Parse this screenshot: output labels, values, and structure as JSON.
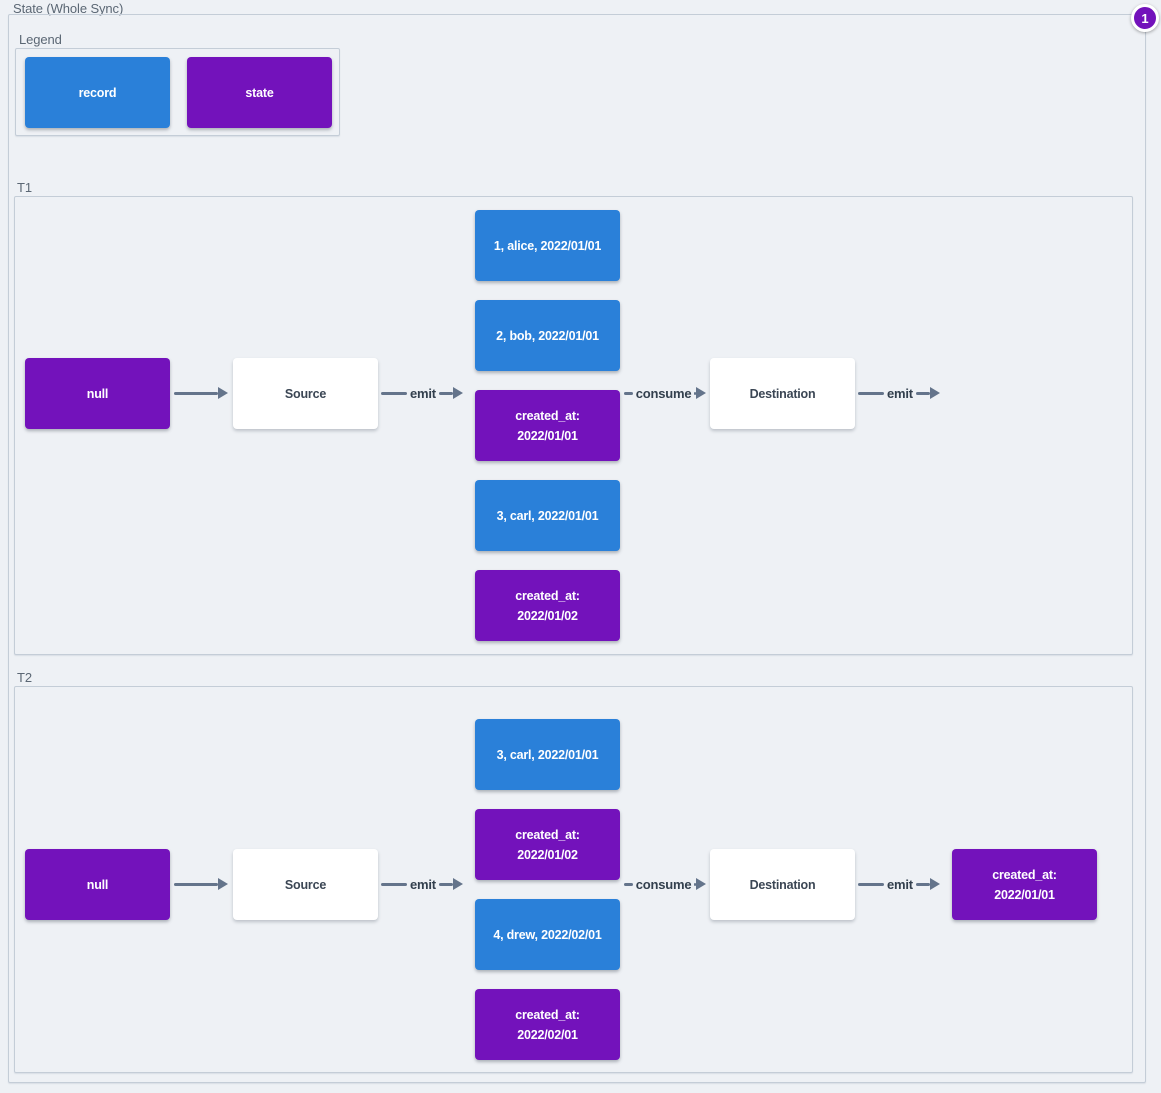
{
  "title": "State (Whole Sync)",
  "badge": "1",
  "colors": {
    "record": "#2a80d9",
    "state": "#7312bb",
    "arrow": "#64748b",
    "background": "#eef1f5",
    "frame_border": "#c4cdd7"
  },
  "legend": {
    "label": "Legend",
    "items": [
      {
        "type": "record",
        "label": "record"
      },
      {
        "type": "state",
        "label": "state"
      }
    ]
  },
  "t1": {
    "label": "T1",
    "state_in": "null",
    "source": "Source",
    "emit_label": "emit",
    "consume_label": "consume",
    "destination": "Destination",
    "emit_out_label": "emit",
    "stack": [
      {
        "type": "record",
        "line1": "1, alice, 2022/01/01",
        "line2": ""
      },
      {
        "type": "record",
        "line1": "2, bob, 2022/01/01",
        "line2": ""
      },
      {
        "type": "state",
        "line1": "created_at:",
        "line2": "2022/01/01"
      },
      {
        "type": "record",
        "line1": "3, carl, 2022/01/01",
        "line2": ""
      },
      {
        "type": "state",
        "line1": "created_at:",
        "line2": "2022/01/02"
      }
    ]
  },
  "t2": {
    "label": "T2",
    "state_in": "null",
    "source": "Source",
    "emit_label": "emit",
    "consume_label": "consume",
    "destination": "Destination",
    "emit_out_label": "emit",
    "stack": [
      {
        "type": "record",
        "line1": "3, carl, 2022/01/01",
        "line2": ""
      },
      {
        "type": "state",
        "line1": "created_at:",
        "line2": "2022/01/02"
      },
      {
        "type": "record",
        "line1": "4, drew, 2022/02/01",
        "line2": ""
      },
      {
        "type": "state",
        "line1": "created_at:",
        "line2": "2022/02/01"
      }
    ],
    "state_out": {
      "line1": "created_at:",
      "line2": "2022/01/01"
    }
  }
}
